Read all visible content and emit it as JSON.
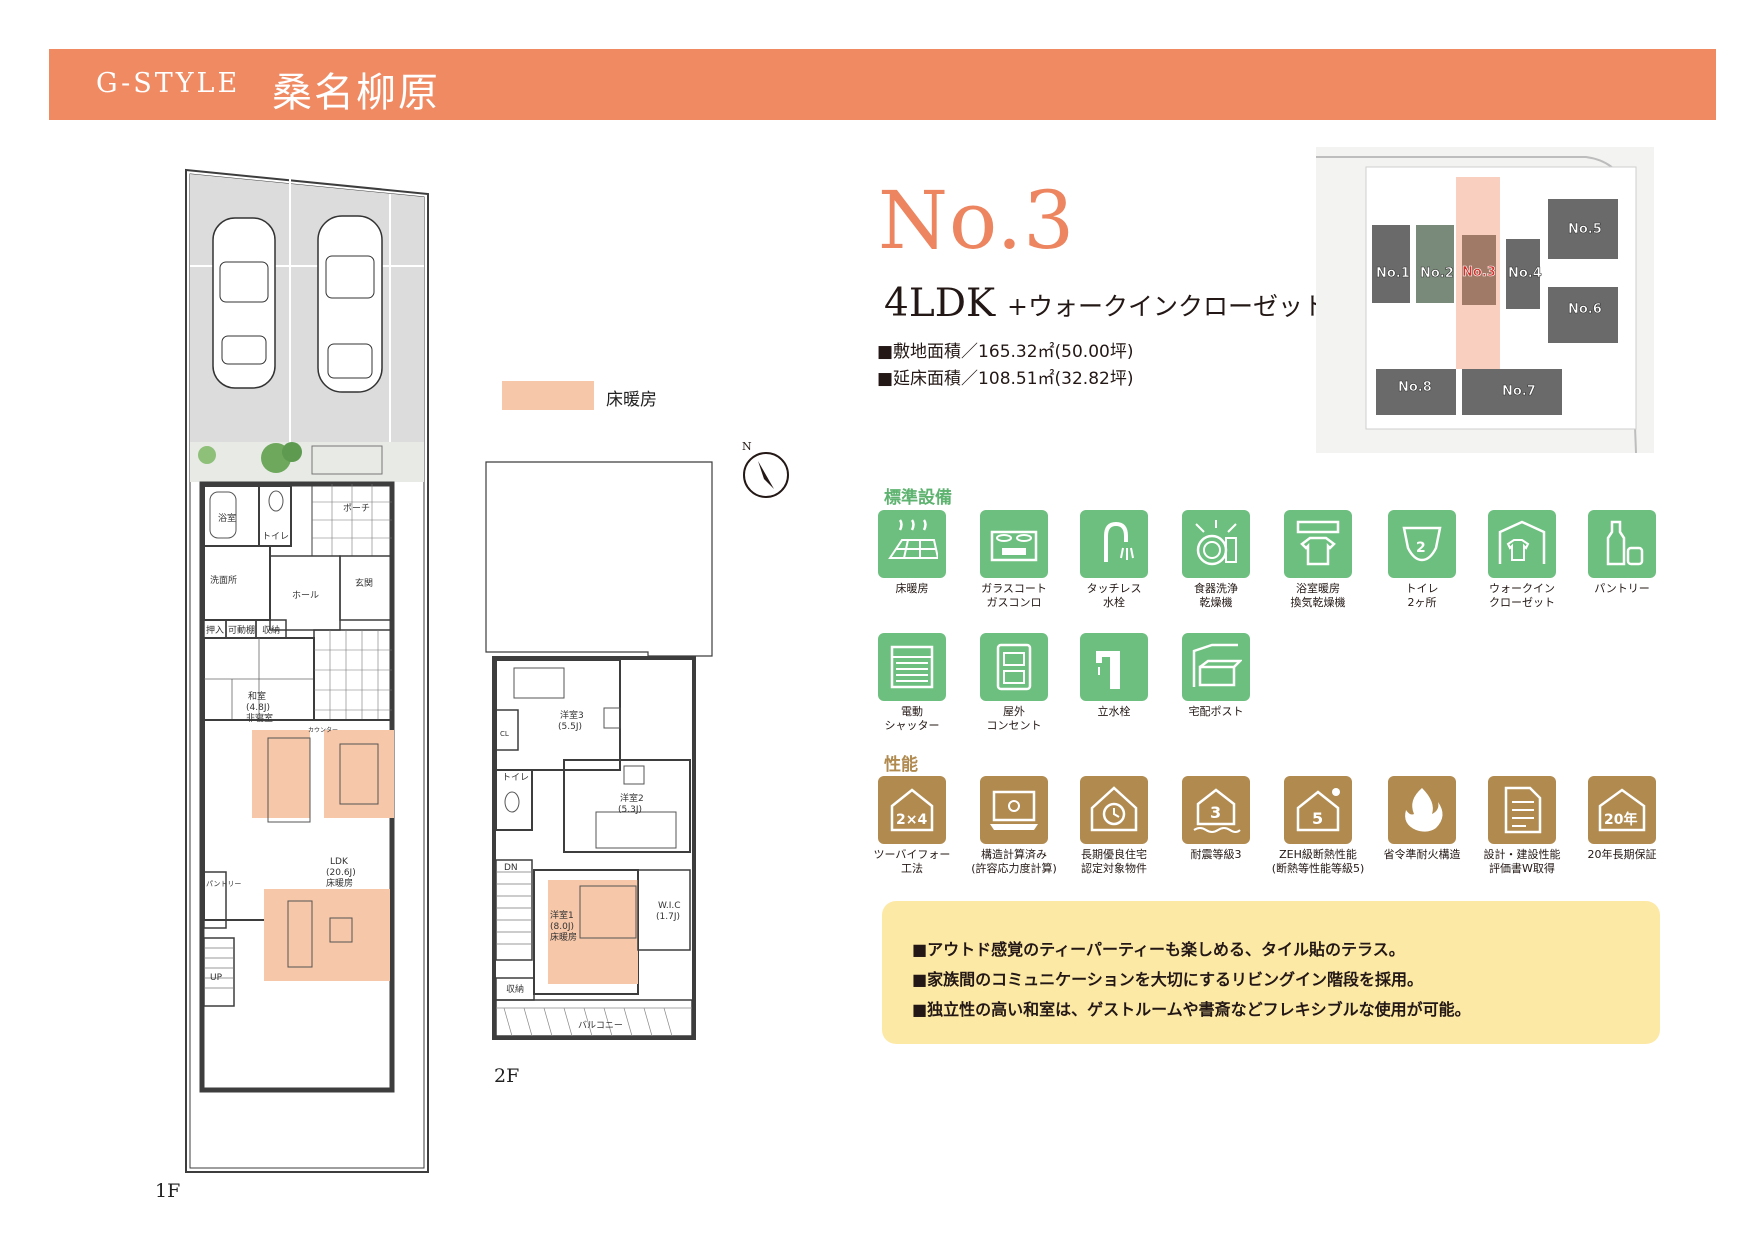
{
  "header": {
    "brand": "G-STYLE",
    "name": "桑名柳原"
  },
  "legend": {
    "label": "床暖房",
    "color": "#f6c7a9"
  },
  "floors": {
    "first": "1F",
    "second": "2F"
  },
  "plan_1f": {
    "rooms": {
      "bath": "浴室",
      "toilet": "トイレ",
      "porch": "ポーチ",
      "washroom": "洗面所",
      "hall": "ホール",
      "entrance": "玄関",
      "storage_closet": "押入",
      "movable_shelf": "可動棚",
      "storage": "収納",
      "washitsu_name": "和室",
      "washitsu_size": "(4.8J)",
      "washitsu_note": "非寝室",
      "counter": "カウンター",
      "ldk_name": "LDK",
      "ldk_size": "(20.6J)",
      "ldk_note": "床暖房",
      "pantry": "パントリー",
      "up": "UP"
    }
  },
  "plan_2f": {
    "rooms": {
      "r3_name": "洋室3",
      "r3_size": "(5.5J)",
      "cl": "CL",
      "toilet": "トイレ",
      "r2_name": "洋室2",
      "r2_size": "(5.3J)",
      "dn": "DN",
      "r1_name": "洋室1",
      "r1_size": "(8.0J)",
      "r1_note": "床暖房",
      "wic_name": "W.I.C",
      "wic_size": "(1.7J)",
      "storage": "収納",
      "balcony": "バルコニー"
    }
  },
  "compass": {
    "label": "N"
  },
  "plot": {
    "number": "No.3",
    "layout": "4LDK",
    "layout_extra": "+ウォークインクローゼット",
    "site_area": "■敷地面積／165.32㎡(50.00坪)",
    "floor_area": "■延床面積／108.51㎡(32.82坪)"
  },
  "sitemap": {
    "lots": [
      "No.1",
      "No.2",
      "No.3",
      "No.4",
      "No.5",
      "No.6",
      "No.7",
      "No.8"
    ],
    "highlight": "No.3",
    "highlight_color": "#f4a98a"
  },
  "standard_equipment": {
    "title": "標準設備",
    "items": [
      {
        "label": "床暖房",
        "icon": "floor-heating-icon"
      },
      {
        "label": "ガラスコート\nガスコンロ",
        "icon": "gas-stove-icon"
      },
      {
        "label": "タッチレス\n水栓",
        "icon": "faucet-icon"
      },
      {
        "label": "食器洗浄\n乾燥機",
        "icon": "dishwasher-icon"
      },
      {
        "label": "浴室暖房\n換気乾燥機",
        "icon": "bath-dryer-icon"
      },
      {
        "label": "トイレ\n2ヶ所",
        "icon": "toilet-icon"
      },
      {
        "label": "ウォークイン\nクローゼット",
        "icon": "closet-icon"
      },
      {
        "label": "パントリー",
        "icon": "pantry-icon"
      },
      {
        "label": "電動\nシャッター",
        "icon": "shutter-icon"
      },
      {
        "label": "屋外\nコンセント",
        "icon": "outlet-icon"
      },
      {
        "label": "立水栓",
        "icon": "standing-faucet-icon"
      },
      {
        "label": "宅配ポスト",
        "icon": "delivery-box-icon"
      }
    ],
    "color": "#6cbf7e"
  },
  "performance": {
    "title": "性能",
    "items": [
      {
        "label": "ツーバイフォー\n工法",
        "icon": "two-by-four-icon",
        "badge": "2×4"
      },
      {
        "label": "構造計算済み\n(許容応力度計算)",
        "icon": "structural-calc-icon",
        "badge": ""
      },
      {
        "label": "長期優良住宅\n認定対象物件",
        "icon": "long-term-house-icon",
        "badge": ""
      },
      {
        "label": "耐震等級3",
        "icon": "earthquake-icon",
        "badge": "3"
      },
      {
        "label": "ZEH級断熱性能\n(断熱等性能等級5)",
        "icon": "zeh-icon",
        "badge": "5"
      },
      {
        "label": "省令準耐火構造",
        "icon": "fire-resist-icon",
        "badge": ""
      },
      {
        "label": "設計・建設性能\n評価書W取得",
        "icon": "document-icon",
        "badge": ""
      },
      {
        "label": "20年長期保証",
        "icon": "warranty-icon",
        "badge": "20年"
      }
    ],
    "color": "#b08a4f"
  },
  "features": [
    "■アウトド感覚のティーパーティーも楽しめる、タイル貼のテラス。",
    "■家族間のコミュニケーションを大切にするリビングイン階段を採用。",
    "■独立性の高い和室は、ゲストルームや書斎などフレキシブルな使用が可能。"
  ]
}
